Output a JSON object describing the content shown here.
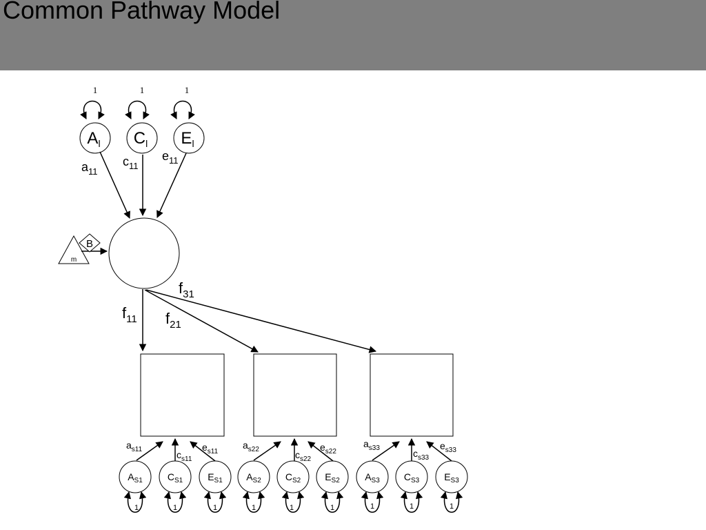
{
  "slide": {
    "title": "Common Pathway Model",
    "header_color": "#7f7f7f"
  },
  "diagram": {
    "top_factors": [
      {
        "letter": "A",
        "sub": "l",
        "path_main": "a",
        "path_sub": "11",
        "variance": "1"
      },
      {
        "letter": "C",
        "sub": "l",
        "path_main": "c",
        "path_sub": "11",
        "variance": "1"
      },
      {
        "letter": "E",
        "sub": "l",
        "path_main": "e",
        "path_sub": "11",
        "variance": "1"
      }
    ],
    "means": {
      "triangle_label": "m",
      "diamond_label": "B"
    },
    "loadings": [
      {
        "main": "f",
        "sub": "11"
      },
      {
        "main": "f",
        "sub": "21"
      },
      {
        "main": "f",
        "sub": "31"
      }
    ],
    "specific_groups": [
      {
        "factors": [
          {
            "letter": "A",
            "sub": "S1"
          },
          {
            "letter": "C",
            "sub": "S1"
          },
          {
            "letter": "E",
            "sub": "S1"
          }
        ],
        "paths": [
          {
            "main": "a",
            "sub": "s11"
          },
          {
            "main": "c",
            "sub": "s11"
          },
          {
            "main": "e",
            "sub": "s11"
          }
        ],
        "variances": [
          "1",
          "1",
          "1"
        ]
      },
      {
        "factors": [
          {
            "letter": "A",
            "sub": "S2"
          },
          {
            "letter": "C",
            "sub": "S2"
          },
          {
            "letter": "E",
            "sub": "S2"
          }
        ],
        "paths": [
          {
            "main": "a",
            "sub": "s22"
          },
          {
            "main": "c",
            "sub": "s22"
          },
          {
            "main": "e",
            "sub": "s22"
          }
        ],
        "variances": [
          "1",
          "1",
          "1"
        ]
      },
      {
        "factors": [
          {
            "letter": "A",
            "sub": "S3"
          },
          {
            "letter": "C",
            "sub": "S3"
          },
          {
            "letter": "E",
            "sub": "S3"
          }
        ],
        "paths": [
          {
            "main": "a",
            "sub": "s33"
          },
          {
            "main": "c",
            "sub": "s33"
          },
          {
            "main": "e",
            "sub": "s33"
          }
        ],
        "variances": [
          "1",
          "1",
          "1"
        ]
      }
    ]
  }
}
